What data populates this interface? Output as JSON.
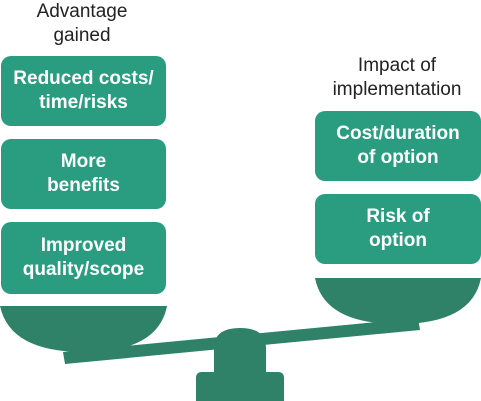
{
  "left_side": {
    "heading_lines": [
      "Advantage",
      "gained"
    ],
    "boxes": [
      {
        "lines": [
          "Reduced costs/",
          "time/risks"
        ]
      },
      {
        "lines": [
          "More",
          "benefits"
        ]
      },
      {
        "lines": [
          "Improved",
          "quality/scope"
        ]
      }
    ]
  },
  "right_side": {
    "heading_lines": [
      "Impact of",
      "implementation"
    ],
    "boxes": [
      {
        "lines": [
          "Cost/duration",
          "of option"
        ]
      },
      {
        "lines": [
          "Risk of",
          "option"
        ]
      }
    ]
  },
  "colors": {
    "box_fill": "#2a9d80",
    "scale_fill": "#2f8167",
    "heading_text": "#222222",
    "box_text": "#ffffff"
  }
}
